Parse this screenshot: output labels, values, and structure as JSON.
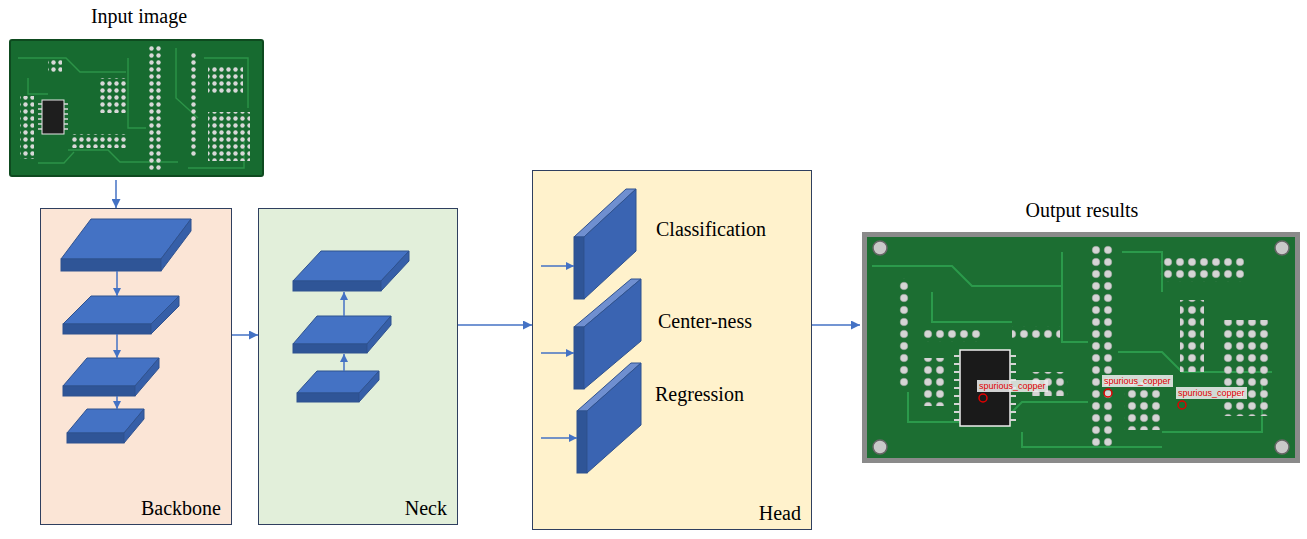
{
  "diagram": {
    "nodes": [
      {
        "text": [
          "Input image"
        ]
      },
      {
        "text": [
          "Backbone"
        ]
      },
      {
        "text": [
          "Neck"
        ]
      },
      {
        "text": [
          "Head"
        ]
      },
      {
        "text": [
          "Output results"
        ]
      }
    ],
    "edges": [
      {
        "from": 0,
        "to": 1,
        "arrow": "to"
      },
      {
        "from": 1,
        "to": 2,
        "arrow": "to"
      },
      {
        "from": 2,
        "to": 3,
        "arrow": "to"
      },
      {
        "from": 3,
        "to": 4,
        "arrow": "to"
      }
    ],
    "labels": [
      "Classification",
      "Center-ness",
      "Regression",
      "spurious_copper",
      "spurious_copper",
      "spurious_copper"
    ]
  }
}
